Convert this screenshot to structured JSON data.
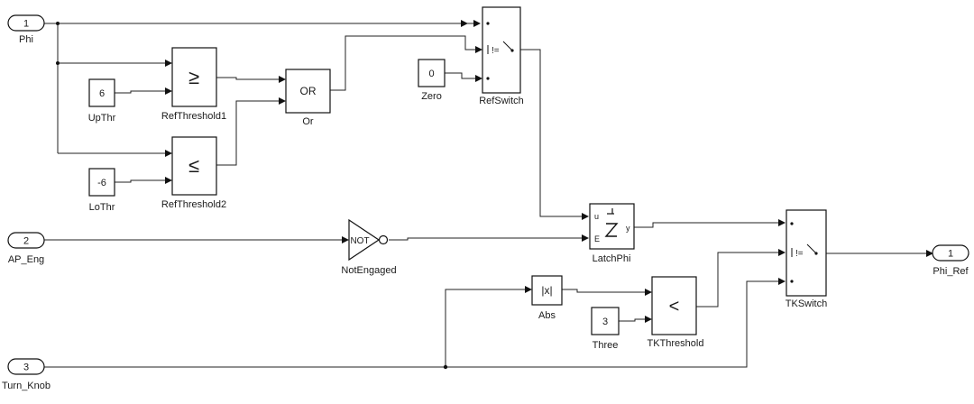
{
  "inports": [
    {
      "number": "1",
      "name": "Phi"
    },
    {
      "number": "2",
      "name": "AP_Eng"
    },
    {
      "number": "3",
      "name": "Turn_Knob"
    }
  ],
  "outports": [
    {
      "number": "1",
      "name": "Phi_Ref"
    }
  ],
  "constants": {
    "upthr": {
      "value": "6",
      "name": "UpThr"
    },
    "lothr": {
      "value": "-6",
      "name": "LoThr"
    },
    "zero": {
      "value": "0",
      "name": "Zero"
    },
    "three": {
      "value": "3",
      "name": "Three"
    }
  },
  "blocks": {
    "refthreshold1": {
      "name": "RefThreshold1",
      "symbol": "≥"
    },
    "refthreshold2": {
      "name": "RefThreshold2",
      "symbol": "≤"
    },
    "or": {
      "name": "Or",
      "symbol": "OR"
    },
    "refswitch": {
      "name": "RefSwitch",
      "symbol": "!="
    },
    "notengaged": {
      "name": "NotEngaged",
      "symbol": "NOT"
    },
    "latchphi": {
      "name": "LatchPhi",
      "port_u": "u",
      "port_e": "E",
      "port_y": "y"
    },
    "abs": {
      "name": "Abs",
      "symbol": "|x|"
    },
    "tkthreshold": {
      "name": "TKThreshold",
      "symbol": "<"
    },
    "tkswitch": {
      "name": "TKSwitch",
      "symbol": "!="
    }
  }
}
